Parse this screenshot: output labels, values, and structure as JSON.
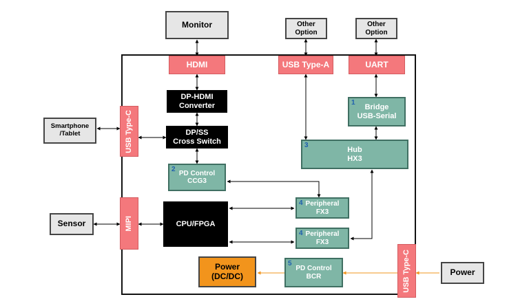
{
  "external": {
    "monitor": "Monitor",
    "other_option_1": "Other\nOption",
    "other_option_2": "Other\nOption",
    "smartphone": "Smartphone\n/Tablet",
    "sensor": "Sensor",
    "power": "Power"
  },
  "ports": {
    "hdmi": "HDMI",
    "usb_type_a": "USB Type-A",
    "uart": "UART",
    "usb_type_c_left": "USB Type-C",
    "mipi": "MIPI",
    "usb_type_c_right": "USB Type-C"
  },
  "blocks": {
    "dp_hdmi": "DP-HDMI\nConverter",
    "dp_ss": "DP/SS\nCross Switch",
    "pd_ccg3": {
      "num": "2",
      "label": "PD Control\nCCG3"
    },
    "bridge": {
      "num": "1",
      "label": "Bridge\nUSB-Serial"
    },
    "hub": {
      "num": "3",
      "label": "Hub\nHX3"
    },
    "cpu": "CPU/FPGA",
    "fx3_1": {
      "num": "4",
      "label": "Peripheral\nFX3"
    },
    "fx3_2": {
      "num": "4",
      "label": "Peripheral\nFX3"
    },
    "pd_bcr": {
      "num": "5",
      "label": "PD Control\nBCR"
    },
    "power_dcdc": "Power\n(DC/DC)"
  },
  "colors": {
    "port": "#f4787c",
    "block": "#7fb6a6",
    "chip": "#000000",
    "external": "#e6e6e6",
    "power": "#f2941c",
    "power_line": "#f2941c",
    "signal_line": "#000000",
    "number": "#1f5fae"
  }
}
